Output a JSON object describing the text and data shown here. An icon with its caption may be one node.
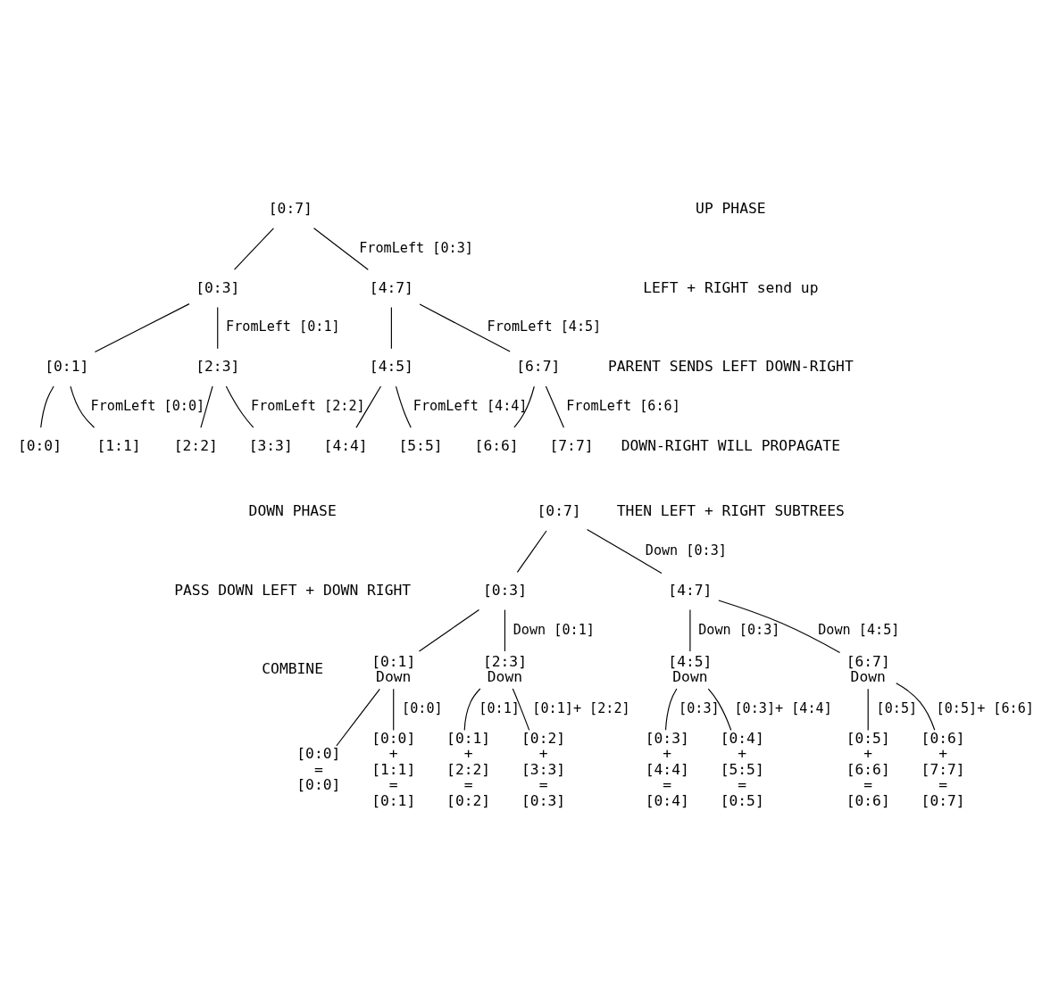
{
  "diagram": {
    "nodes": [
      {
        "text": [
          "[0:7]"
        ]
      },
      {
        "text": [
          "[0:3]"
        ]
      },
      {
        "text": [
          "[4:7]"
        ]
      },
      {
        "text": [
          "[0:1]"
        ]
      },
      {
        "text": [
          "[2:3]"
        ]
      },
      {
        "text": [
          "[4:5]"
        ]
      },
      {
        "text": [
          "[6:7]"
        ]
      },
      {
        "text": [
          "[0:0]"
        ]
      },
      {
        "text": [
          "[1:1]"
        ]
      },
      {
        "text": [
          "[2:2]"
        ]
      },
      {
        "text": [
          "[3:3]"
        ]
      },
      {
        "text": [
          "[4:4]"
        ]
      },
      {
        "text": [
          "[5:5]"
        ]
      },
      {
        "text": [
          "[6:6]"
        ]
      },
      {
        "text": [
          "[7:7]"
        ]
      },
      {
        "text": [
          "[0:7]"
        ]
      },
      {
        "text": [
          "[0:3]"
        ]
      },
      {
        "text": [
          "[4:7]"
        ]
      },
      {
        "text": [
          "[0:1]"
        ],
        "beside": [
          "Down"
        ]
      },
      {
        "text": [
          "[2:3]"
        ],
        "beside": [
          "Down"
        ]
      },
      {
        "text": [
          "[4:5]"
        ],
        "beside": [
          "Down"
        ]
      },
      {
        "text": [
          "[6:7]"
        ],
        "beside": [
          "Down"
        ]
      },
      {
        "text": [
          "[0:0]",
          "=",
          "[0:0]"
        ]
      },
      {
        "text": [
          "[0:0]",
          "+",
          "[1:1]",
          "=",
          "[0:1]"
        ]
      },
      {
        "text": [
          "[0:1]",
          "+",
          "[2:2]",
          "=",
          "[0:2]"
        ]
      },
      {
        "text": [
          "[0:2]",
          "+",
          "[3:3]",
          "=",
          "[0:3]"
        ]
      },
      {
        "text": [
          "[0:3]",
          "+",
          "[4:4]",
          "=",
          "[0:4]"
        ]
      },
      {
        "text": [
          "[0:4]",
          "+",
          "[5:5]",
          "=",
          "[0:5]"
        ]
      },
      {
        "text": [
          "[0:5]",
          "+",
          "[6:6]",
          "=",
          "[0:6]"
        ]
      },
      {
        "text": [
          "[0:6]",
          "+",
          "[7:7]",
          "=",
          "[0:7]"
        ]
      }
    ],
    "edges": [
      {
        "from": 0,
        "to": 1,
        "arrow": "none"
      },
      {
        "from": 0,
        "to": 2,
        "arrow": "none",
        "label": "FromLeft [0:3]"
      },
      {
        "from": 1,
        "to": 3,
        "arrow": "none"
      },
      {
        "from": 1,
        "to": 4,
        "arrow": "none",
        "label": "FromLeft [0:1]"
      },
      {
        "from": 2,
        "to": 5,
        "arrow": "none"
      },
      {
        "from": 2,
        "to": 6,
        "arrow": "none",
        "label": "FromLeft [4:5]"
      },
      {
        "from": 3,
        "to": 7,
        "arrow": "none"
      },
      {
        "from": 3,
        "to": 8,
        "arrow": "none",
        "label": "FromLeft [0:0]"
      },
      {
        "from": 4,
        "to": 9,
        "arrow": "none"
      },
      {
        "from": 4,
        "to": 10,
        "arrow": "none",
        "label": "FromLeft [2:2]"
      },
      {
        "from": 5,
        "to": 11,
        "arrow": "none"
      },
      {
        "from": 5,
        "to": 12,
        "arrow": "none",
        "label": "FromLeft [4:4]"
      },
      {
        "from": 6,
        "to": 13,
        "arrow": "none"
      },
      {
        "from": 6,
        "to": 14,
        "arrow": "none",
        "label": "FromLeft [6:6]"
      },
      {
        "from": 15,
        "to": 16,
        "arrow": "none"
      },
      {
        "from": 15,
        "to": 17,
        "arrow": "none",
        "label": "Down [0:3]"
      },
      {
        "from": 16,
        "to": 18,
        "arrow": "none"
      },
      {
        "from": 16,
        "to": 19,
        "arrow": "none",
        "label": "Down [0:1]"
      },
      {
        "from": 17,
        "to": 20,
        "arrow": "none",
        "label": "Down [0:3]"
      },
      {
        "from": 17,
        "to": 21,
        "arrow": "none",
        "label": "Down [4:5]"
      },
      {
        "from": 18,
        "to": 22,
        "arrow": "none"
      },
      {
        "from": 18,
        "to": 23,
        "arrow": "none",
        "label": "[0:0]"
      },
      {
        "from": 19,
        "to": 24,
        "arrow": "none",
        "label": "[0:1]"
      },
      {
        "from": 19,
        "to": 25,
        "arrow": "none",
        "label": "[0:1]+ [2:2]"
      },
      {
        "from": 20,
        "to": 26,
        "arrow": "none",
        "label": "[0:3]"
      },
      {
        "from": 20,
        "to": 27,
        "arrow": "none",
        "label": "[0:3]+ [4:4]"
      },
      {
        "from": 21,
        "to": 28,
        "arrow": "none",
        "label": "[0:5]"
      },
      {
        "from": 21,
        "to": 29,
        "arrow": "none",
        "label": "[0:5]+ [6:6]"
      }
    ],
    "labels": [
      "UP PHASE",
      "LEFT + RIGHT send up",
      "PARENT SENDS LEFT DOWN-RIGHT",
      "DOWN-RIGHT WILL PROPAGATE",
      "THEN LEFT + RIGHT SUBTREES",
      "DOWN PHASE",
      "PASS DOWN LEFT + DOWN RIGHT",
      "COMBINE"
    ]
  }
}
